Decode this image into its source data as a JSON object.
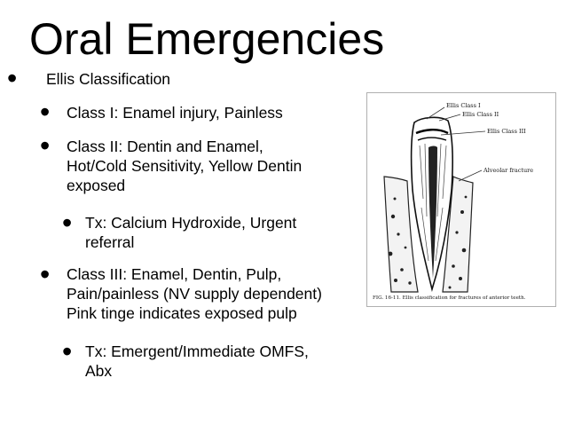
{
  "slide": {
    "title": "Oral Emergencies",
    "bullets": [
      {
        "text": "Ellis Classification"
      },
      {
        "text": "Class I: Enamel injury, Painless"
      },
      {
        "lines": [
          "Class II: Dentin and Enamel,",
          "Hot/Cold Sensitivity, Yellow Dentin",
          "exposed"
        ]
      },
      {
        "lines": [
          "Tx: Calcium Hydroxide, Urgent",
          "referral"
        ]
      },
      {
        "lines": [
          "Class III: Enamel, Dentin, Pulp,",
          "Pain/painless (NV supply dependent)",
          "Pink tinge indicates exposed pulp"
        ]
      },
      {
        "lines": [
          "Tx: Emergent/Immediate OMFS,",
          "Abx"
        ]
      }
    ]
  },
  "figure": {
    "labels": [
      "Ellis Class I",
      "Ellis Class II",
      "Ellis Class III",
      "Alveolar fracture"
    ],
    "caption": "FIG. 16-11. Ellis classification for fractures of anterior teeth."
  }
}
